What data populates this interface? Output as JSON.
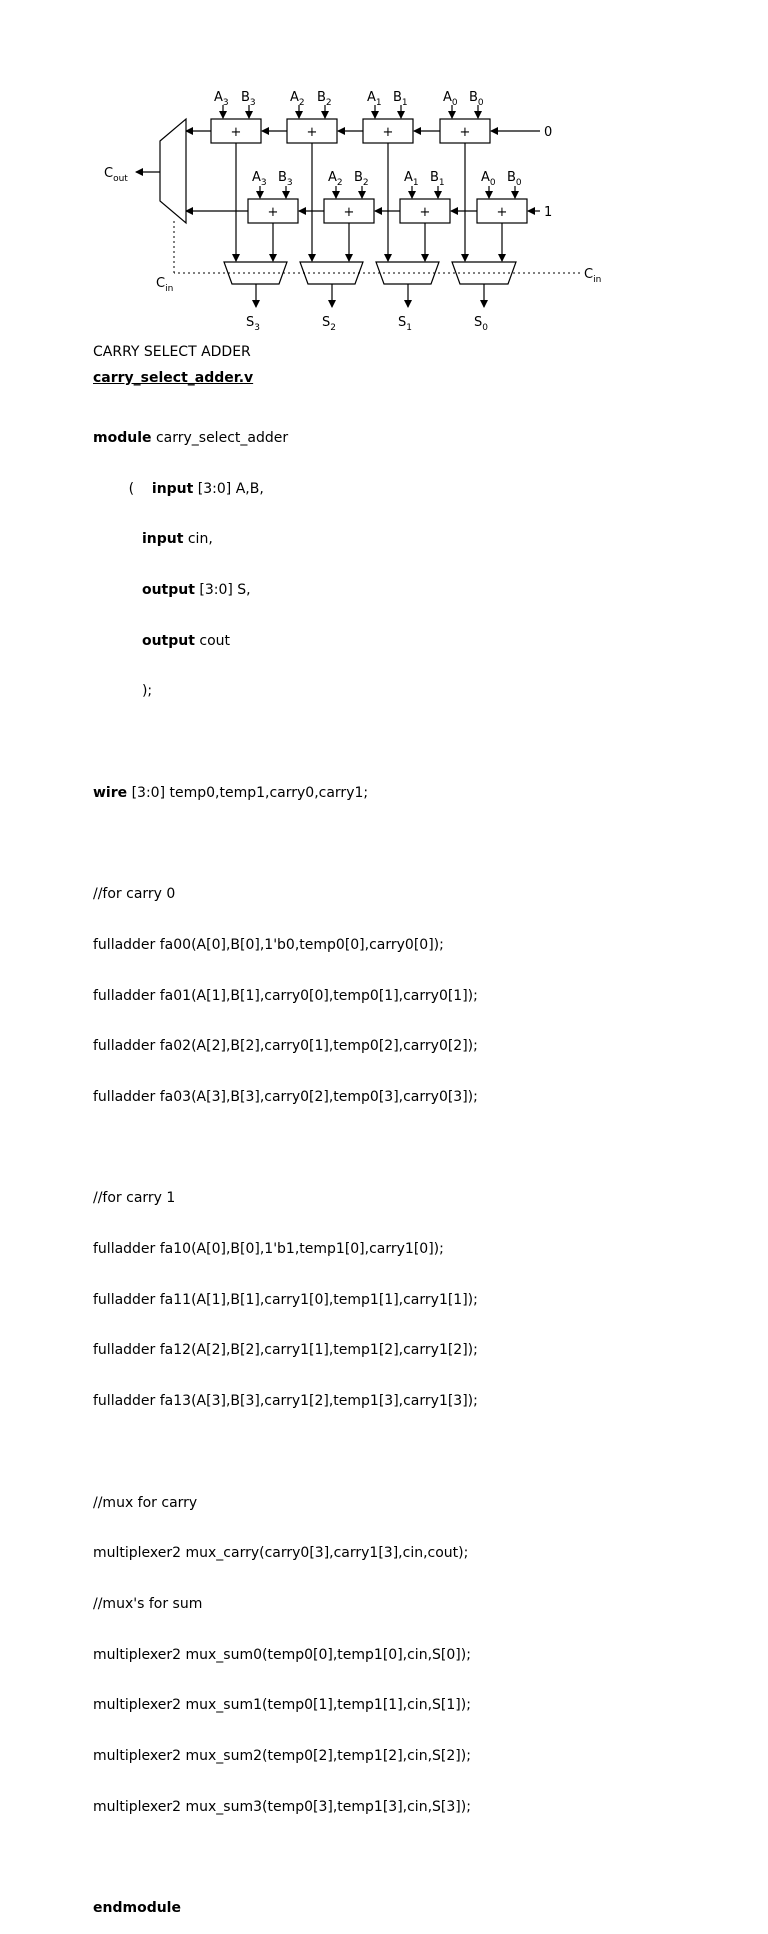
{
  "diagram": {
    "row0_labels": [
      [
        "A",
        "3",
        "B",
        "3"
      ],
      [
        "A",
        "2",
        "B",
        "2"
      ],
      [
        "A",
        "1",
        "B",
        "1"
      ],
      [
        "A",
        "0",
        "B",
        "0"
      ]
    ],
    "row1_labels": [
      [
        "A",
        "3",
        "B",
        "3"
      ],
      [
        "A",
        "2",
        "B",
        "2"
      ],
      [
        "A",
        "1",
        "B",
        "1"
      ],
      [
        "A",
        "0",
        "B",
        "0"
      ]
    ],
    "adder_symbol": "+",
    "carry0_const": "0",
    "carry1_const": "1",
    "cout": [
      "C",
      "out"
    ],
    "cin_left": [
      "C",
      "in"
    ],
    "cin_right": [
      "C",
      "in"
    ],
    "outputs": [
      [
        "S",
        "3"
      ],
      [
        "S",
        "2"
      ],
      [
        "S",
        "1"
      ],
      [
        "S",
        "0"
      ]
    ]
  },
  "caption": "CARRY SELECT ADDER",
  "filename": "carry_select_adder.v",
  "code": {
    "module_kw": "module",
    "module_name": " carry_select_adder",
    "open_paren": "(",
    "port1_kw": "input",
    "port1_rest": " [3:0] A,B,",
    "port2_kw": "input",
    "port2_rest": " cin,",
    "port3_kw": "output",
    "port3_rest": " [3:0] S,",
    "port4_kw": "output",
    "port4_rest": " cout",
    "close_paren": ");",
    "wire_kw": "wire",
    "wire_rest": " [3:0] temp0,temp1,carry0,carry1;",
    "carry0_block": [
      "//for carry 0",
      "fulladder fa00(A[0],B[0],1'b0,temp0[0],carry0[0]);",
      "fulladder fa01(A[1],B[1],carry0[0],temp0[1],carry0[1]);",
      "fulladder fa02(A[2],B[2],carry0[1],temp0[2],carry0[2]);",
      "fulladder fa03(A[3],B[3],carry0[2],temp0[3],carry0[3]);"
    ],
    "carry1_block": [
      "//for carry 1",
      "fulladder fa10(A[0],B[0],1'b1,temp1[0],carry1[0]);",
      "fulladder fa11(A[1],B[1],carry1[0],temp1[1],carry1[1]);",
      "fulladder fa12(A[2],B[2],carry1[1],temp1[2],carry1[2]);",
      "fulladder fa13(A[3],B[3],carry1[2],temp1[3],carry1[3]);"
    ],
    "mux_block": [
      "//mux for carry",
      "multiplexer2 mux_carry(carry0[3],carry1[3],cin,cout);",
      "//mux's for sum",
      "multiplexer2 mux_sum0(temp0[0],temp1[0],cin,S[0]);",
      "multiplexer2 mux_sum1(temp0[1],temp1[1],cin,S[1]);",
      "multiplexer2 mux_sum2(temp0[2],temp1[2],cin,S[2]);",
      "multiplexer2 mux_sum3(temp0[3],temp1[3],cin,S[3]);"
    ],
    "endmodule": "endmodule"
  }
}
